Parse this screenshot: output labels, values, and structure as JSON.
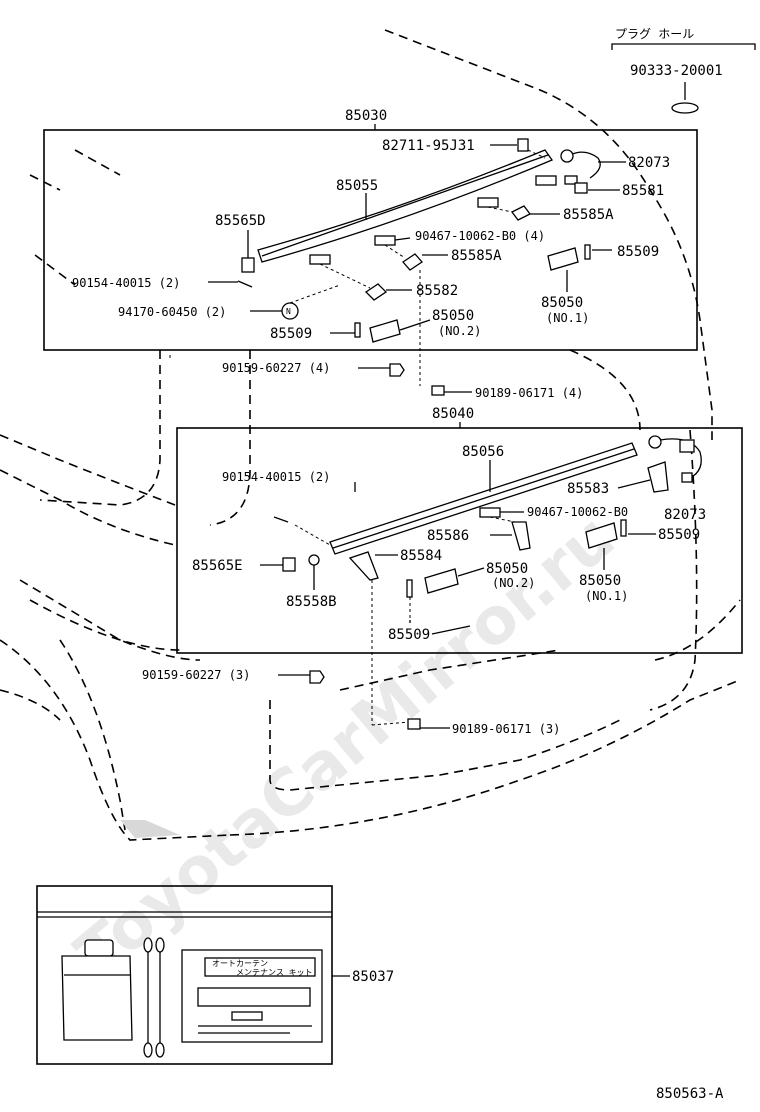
{
  "figure_id": "850563-A",
  "watermark": "ToyotaCarMirror.ru",
  "plug_hole": {
    "heading": "プラグ ホール",
    "part_no": "90333-20001"
  },
  "upper_assembly": {
    "assembly_no": "85030",
    "labels": {
      "p82711": "82711-95J31",
      "p82073": "82073",
      "p85581": "85581",
      "p85055": "85055",
      "p85585a_r": "85585A",
      "p85565d": "85565D",
      "p90467": "90467-10062-B0 (4)",
      "p85509_r": "85509",
      "p85585a_c": "85585A",
      "p90154": "90154-40015 (2)",
      "p85050_r": "85050",
      "p85050_r_sub": "(NO.1)",
      "p85582": "85582",
      "p94170": "94170-60450 (2)",
      "p85509_l": "85509",
      "p85050_c": "85050",
      "p85050_c_sub": "(NO.2)"
    },
    "nut_mark": "N"
  },
  "between_upper": {
    "p90159": "90159-60227 (4)",
    "p90189": "90189-06171 (4)"
  },
  "lower_assembly": {
    "assembly_no": "85040",
    "labels": {
      "p85056": "85056",
      "p90154": "90154-40015 (2)",
      "p85583": "85583",
      "p90467": "90467-10062-B0",
      "p82073": "82073",
      "p85586": "85586",
      "p85509_r": "85509",
      "p85584": "85584",
      "p85565e": "85565E",
      "p85050_c": "85050",
      "p85050_c_sub": "(NO.2)",
      "p85050_r": "85050",
      "p85050_r_sub": "(NO.1)",
      "p85558b": "85558B",
      "p85509_b": "85509"
    }
  },
  "between_lower": {
    "p90159": "90159-60227 (3)",
    "p90189": "90189-06171 (3)"
  },
  "kit": {
    "part_no": "85037",
    "card_line1": "オートカーテン",
    "card_line2": "メンテナンス キット"
  }
}
